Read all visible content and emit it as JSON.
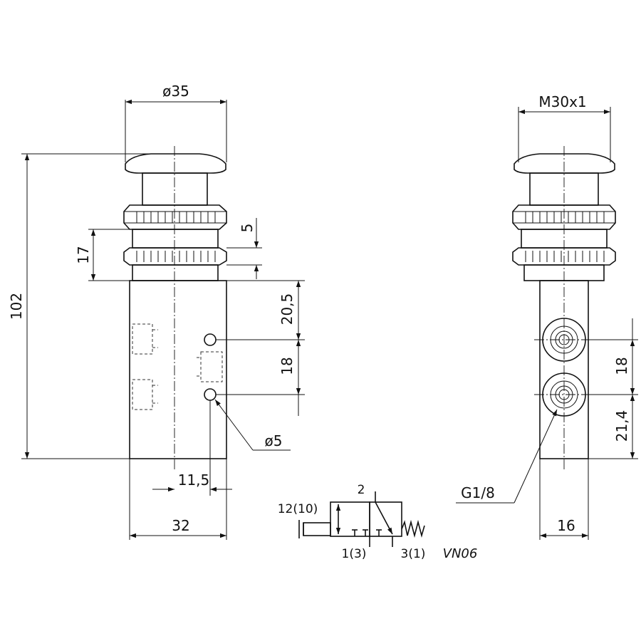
{
  "colors": {
    "line": "#111111",
    "background": "#ffffff"
  },
  "front_view": {
    "dia_35": "ø35",
    "height_102": "102",
    "dim_17": "17",
    "dim_5": "5",
    "dim_20_5": "20,5",
    "dim_18": "18",
    "dia_5": "ø5",
    "dim_11_5": "11,5",
    "dim_32": "32"
  },
  "side_view": {
    "thread_m30": "M30x1",
    "dim_18": "18",
    "dim_21_4": "21,4",
    "port_thread": "G1/8",
    "dim_16": "16"
  },
  "symbol": {
    "port_2": "2",
    "port_12": "12(10)",
    "port_1": "1(3)",
    "port_3": "3(1)",
    "model": "VN06"
  }
}
